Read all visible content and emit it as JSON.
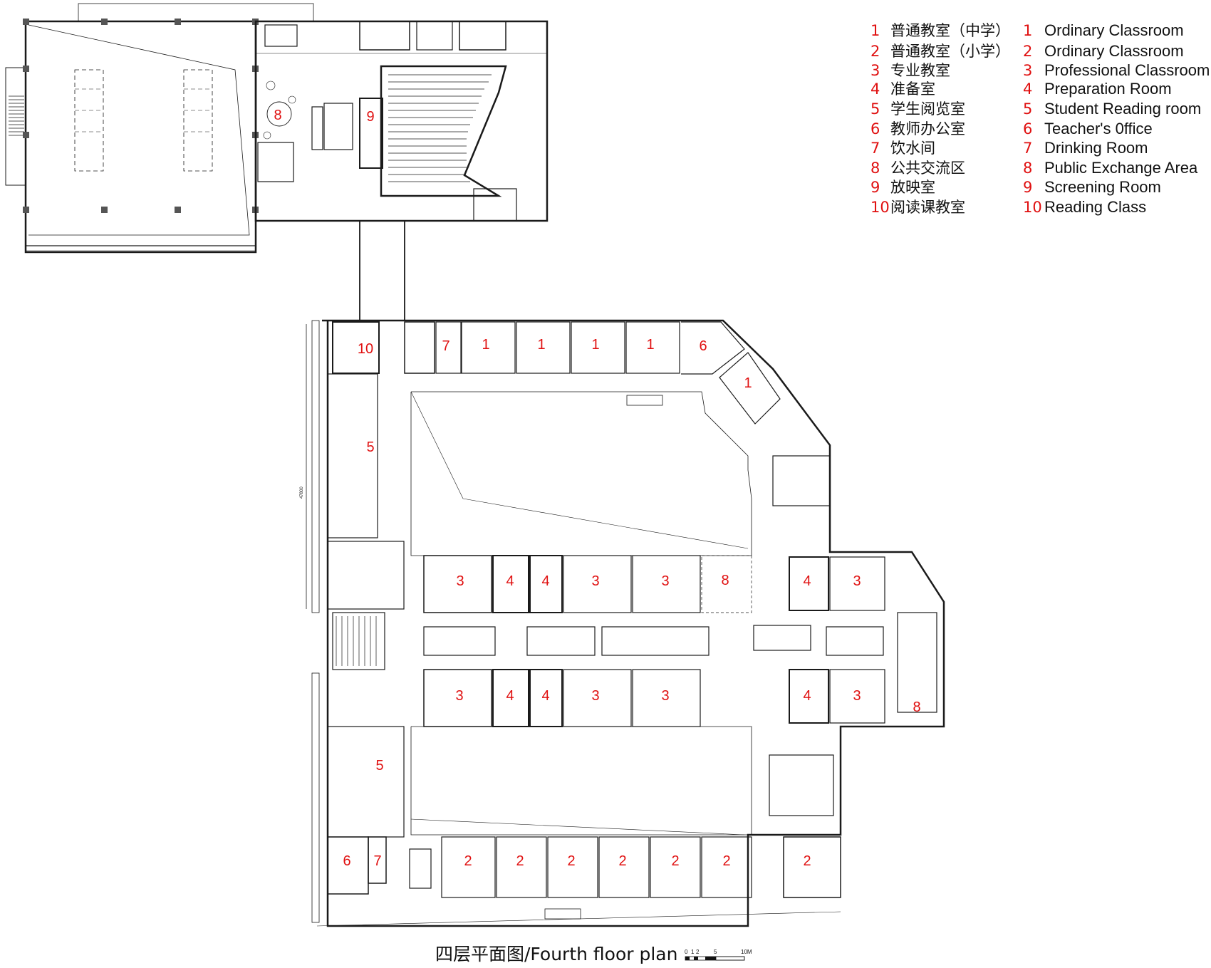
{
  "legend": [
    {
      "num": "1",
      "zh": "普通教室（中学）",
      "en": "Ordinary Classroom"
    },
    {
      "num": "2",
      "zh": "普通教室（小学）",
      "en": "Ordinary Classroom"
    },
    {
      "num": "3",
      "zh": "专业教室",
      "en": "Professional Classroom"
    },
    {
      "num": "4",
      "zh": "准备室",
      "en": "Preparation Room"
    },
    {
      "num": "5",
      "zh": "学生阅览室",
      "en": "Student Reading room"
    },
    {
      "num": "6",
      "zh": "教师办公室",
      "en": "Teacher's 0ffice"
    },
    {
      "num": "7",
      "zh": "饮水间",
      "en": "Drinking Room"
    },
    {
      "num": "8",
      "zh": "公共交流区",
      "en": "Public Exchange Area"
    },
    {
      "num": "9",
      "zh": "放映室",
      "en": "Screening Room"
    },
    {
      "num": "10",
      "zh": "阅读课教室",
      "en": "Reading Class"
    }
  ],
  "caption": "四层平面图/Fourth floor plan",
  "scale": {
    "labels": [
      "0",
      "1",
      "2",
      "5",
      "10M"
    ]
  },
  "dimension_label": "47800",
  "room_labels": [
    "10",
    "7",
    "1",
    "1",
    "1",
    "1",
    "6",
    "1",
    "5",
    "3",
    "4",
    "4",
    "3",
    "3",
    "8",
    "4",
    "3",
    "3",
    "4",
    "4",
    "3",
    "3",
    "4",
    "3",
    "8",
    "5",
    "6",
    "7",
    "2",
    "2",
    "2",
    "2",
    "2",
    "2",
    "2",
    "8",
    "9"
  ],
  "colors": {
    "label": "#e01010",
    "line": "#1a1a1a"
  }
}
